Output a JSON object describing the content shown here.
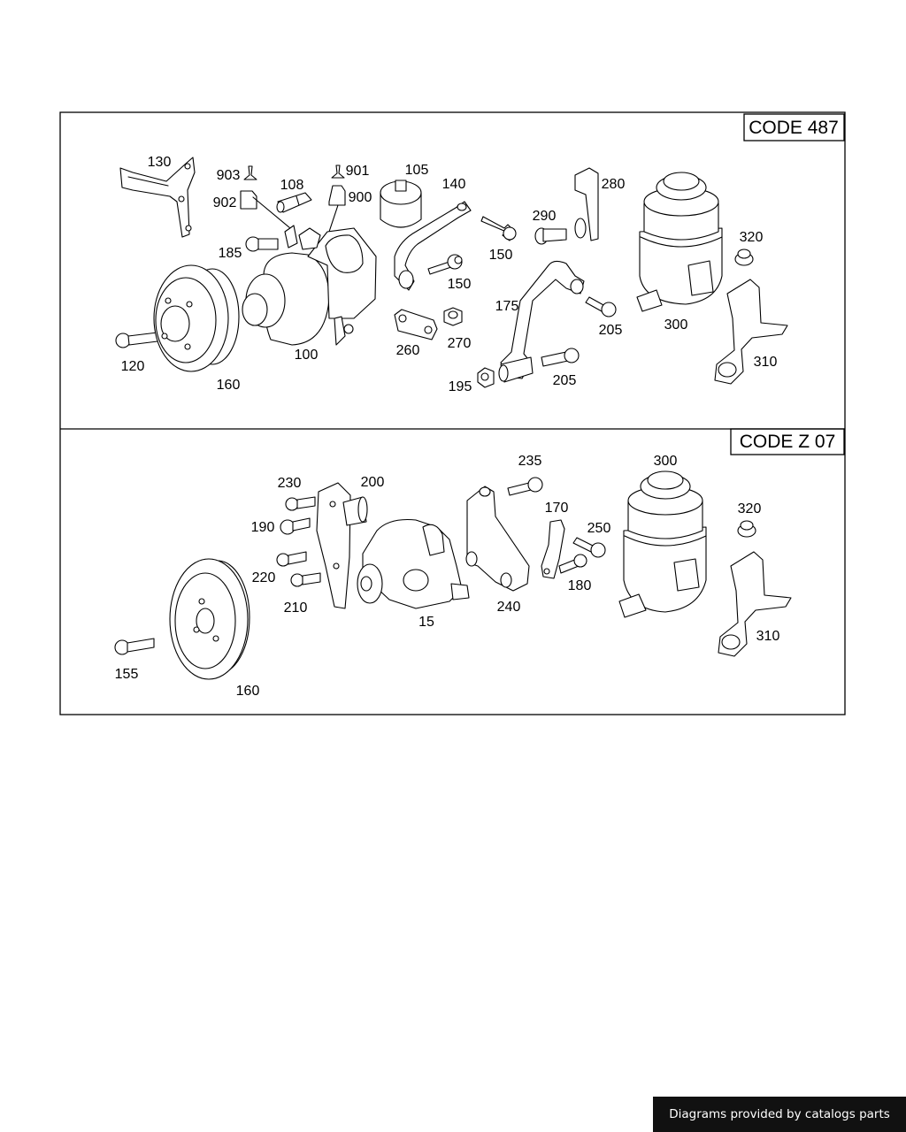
{
  "sections": [
    {
      "code": "CODE 487",
      "labels": [
        "130",
        "903",
        "902",
        "108",
        "901",
        "900",
        "105",
        "140",
        "280",
        "290",
        "150",
        "320",
        "185",
        "150",
        "175",
        "300",
        "100",
        "260",
        "270",
        "205",
        "120",
        "160",
        "195",
        "205",
        "310"
      ]
    },
    {
      "code": "CODE Z 07",
      "labels": [
        "235",
        "300",
        "230",
        "200",
        "320",
        "170",
        "190",
        "250",
        "220",
        "180",
        "210",
        "240",
        "15",
        "310",
        "155",
        "160"
      ]
    }
  ],
  "footer": {
    "text": "Diagrams provided by catalogs parts"
  },
  "colors": {
    "line": "#000000",
    "background": "#ffffff",
    "footer_bg": "#111111",
    "footer_text": "#ffffff"
  }
}
